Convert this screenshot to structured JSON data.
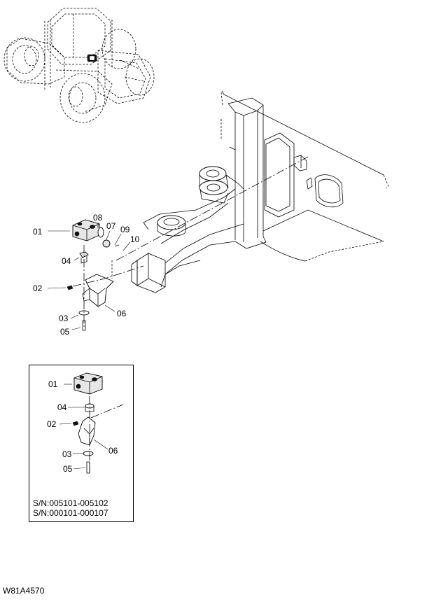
{
  "main_callouts": [
    {
      "id": "c01",
      "label": "01"
    },
    {
      "id": "c08",
      "label": "08"
    },
    {
      "id": "c07",
      "label": "07"
    },
    {
      "id": "c09",
      "label": "09"
    },
    {
      "id": "c10",
      "label": "10"
    },
    {
      "id": "c04",
      "label": "04"
    },
    {
      "id": "c02",
      "label": "02"
    },
    {
      "id": "c06",
      "label": "06"
    },
    {
      "id": "c03",
      "label": "03"
    },
    {
      "id": "c05",
      "label": "05"
    }
  ],
  "inset": {
    "callouts": [
      {
        "id": "i01",
        "label": "01"
      },
      {
        "id": "i04",
        "label": "04"
      },
      {
        "id": "i02",
        "label": "02"
      },
      {
        "id": "i06",
        "label": "06"
      },
      {
        "id": "i03",
        "label": "03"
      },
      {
        "id": "i05",
        "label": "05"
      }
    ],
    "serial_ranges": [
      "S/N:005101-005102",
      "S/N:000101-000107"
    ]
  },
  "figure_code": "W81A4570"
}
